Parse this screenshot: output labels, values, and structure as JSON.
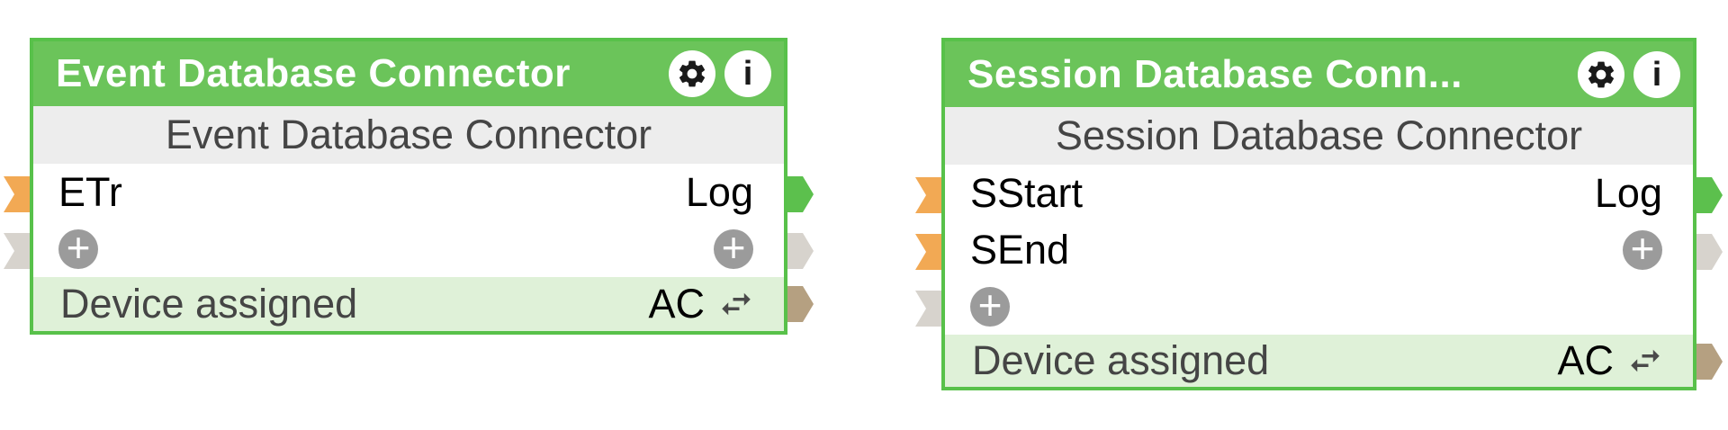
{
  "colors": {
    "node_green": "#58C14A",
    "header_green": "#6BC45A",
    "subtitle_bg": "#EDEDED",
    "footer_green": "#DFF1D8",
    "row_bg": "#FFFFFF",
    "title_text": "#FFFFFF",
    "subtitle_text": "#454545",
    "label_text": "#000000",
    "footer_text": "#454545",
    "badge_text": "#000000",
    "port_orange": "#F2A954",
    "port_green": "#5CC04D",
    "port_gray": "#D7D3CD",
    "port_tan": "#B5A081",
    "add_circle_gray": "#9B9B9B",
    "add_glyph_white": "#FFFFFF",
    "icon_circle_white": "#FFFFFF",
    "icon_black": "#1A1A1A",
    "swap_icon_gray": "#4A4A4A"
  },
  "icons": {
    "settings": "gear-icon",
    "info_glyph": "i",
    "add_glyph": "+",
    "swap": "swap-horizontal-arrows-icon"
  },
  "nodes": [
    {
      "title": "Event Database Connector",
      "subtitle": "Event Database Connector",
      "rows": [
        {
          "left": "ETr",
          "right": "Log"
        }
      ],
      "footer": {
        "label": "Device assigned",
        "badge": "AC"
      }
    },
    {
      "title": "Session Database Conn...",
      "subtitle": "Session Database Connector",
      "rows": [
        {
          "left": "SStart",
          "right": "Log"
        },
        {
          "left": "SEnd"
        }
      ],
      "footer": {
        "label": "Device assigned",
        "badge": "AC"
      }
    }
  ]
}
